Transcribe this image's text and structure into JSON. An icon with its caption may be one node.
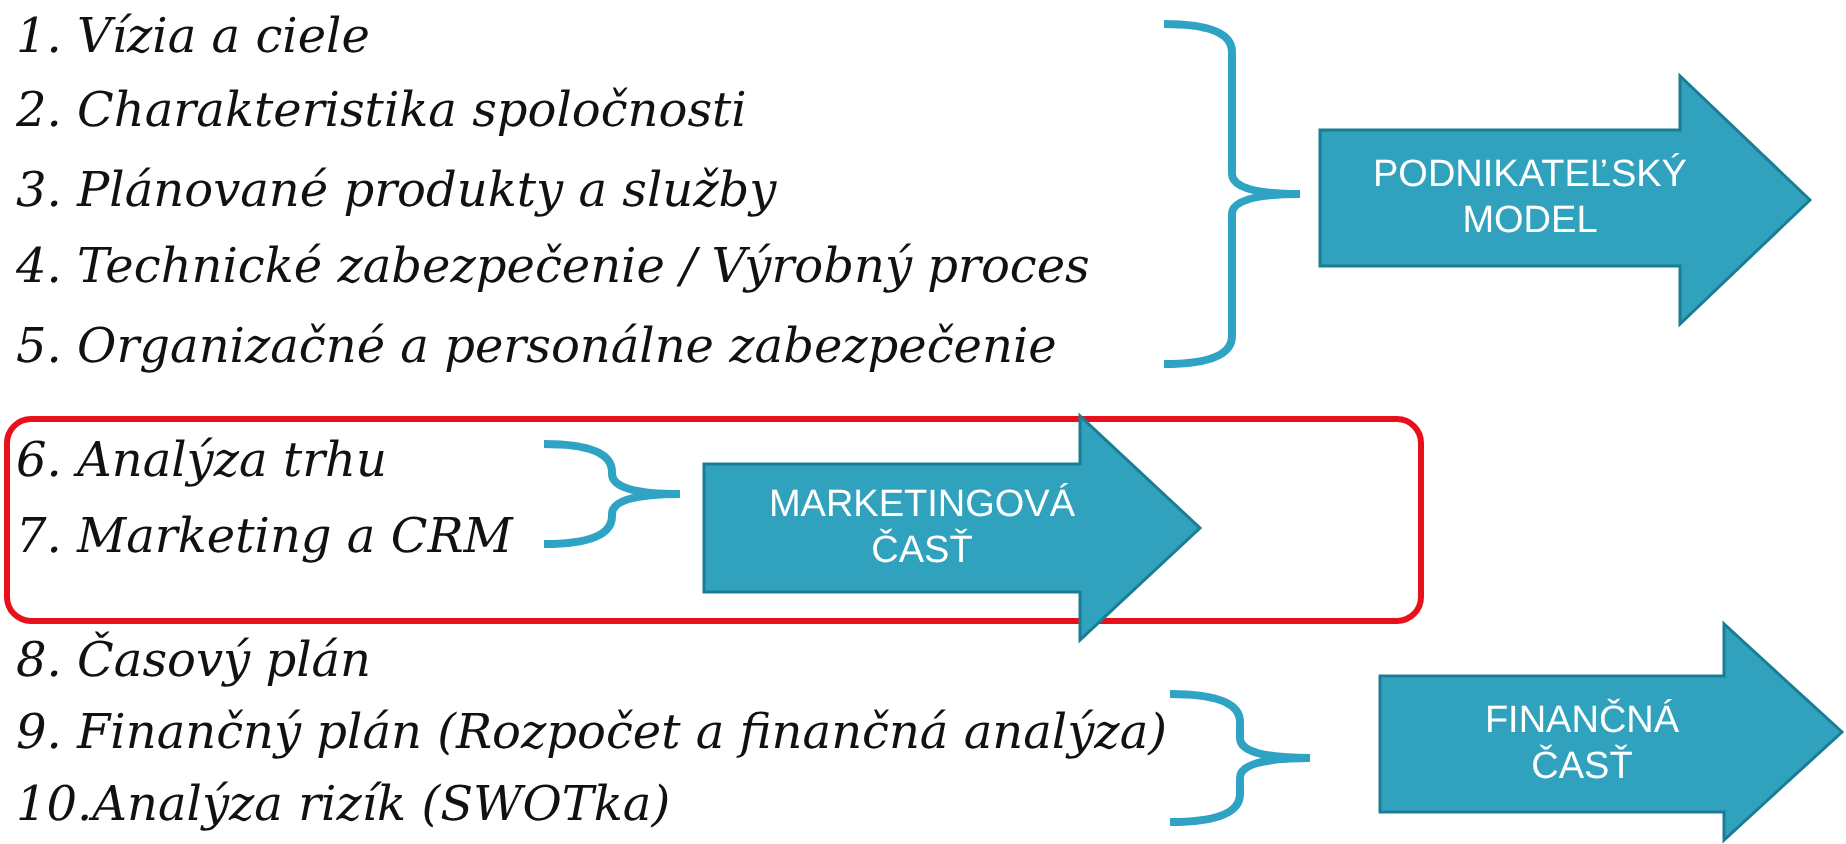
{
  "diagram": {
    "nodes": [
      {
        "text": [
          "PODNIKATEĽSKÝ MODEL"
        ]
      },
      {
        "text": [],
        "shape": "box"
      },
      {
        "text": [
          "MARKETINGOVÁ ČASŤ"
        ],
        "in": 1
      },
      {
        "text": [
          "FINANČNÁ ČASŤ"
        ]
      }
    ],
    "labels": [
      "1. Vízia a ciele",
      "2. Charakteristika spoločnosti",
      "3. Plánované produkty a služby",
      "4. Technické zabezpečenie / Výrobný proces",
      "5. Organizačné a personálne zabezpečenie",
      "6. Analýza trhu",
      "7. Marketing a CRM",
      "8. Časový plán",
      "9. Finančný plán (Rozpočet a finančná analýza)",
      "10.Analýza rizík (SWOTka)"
    ]
  }
}
